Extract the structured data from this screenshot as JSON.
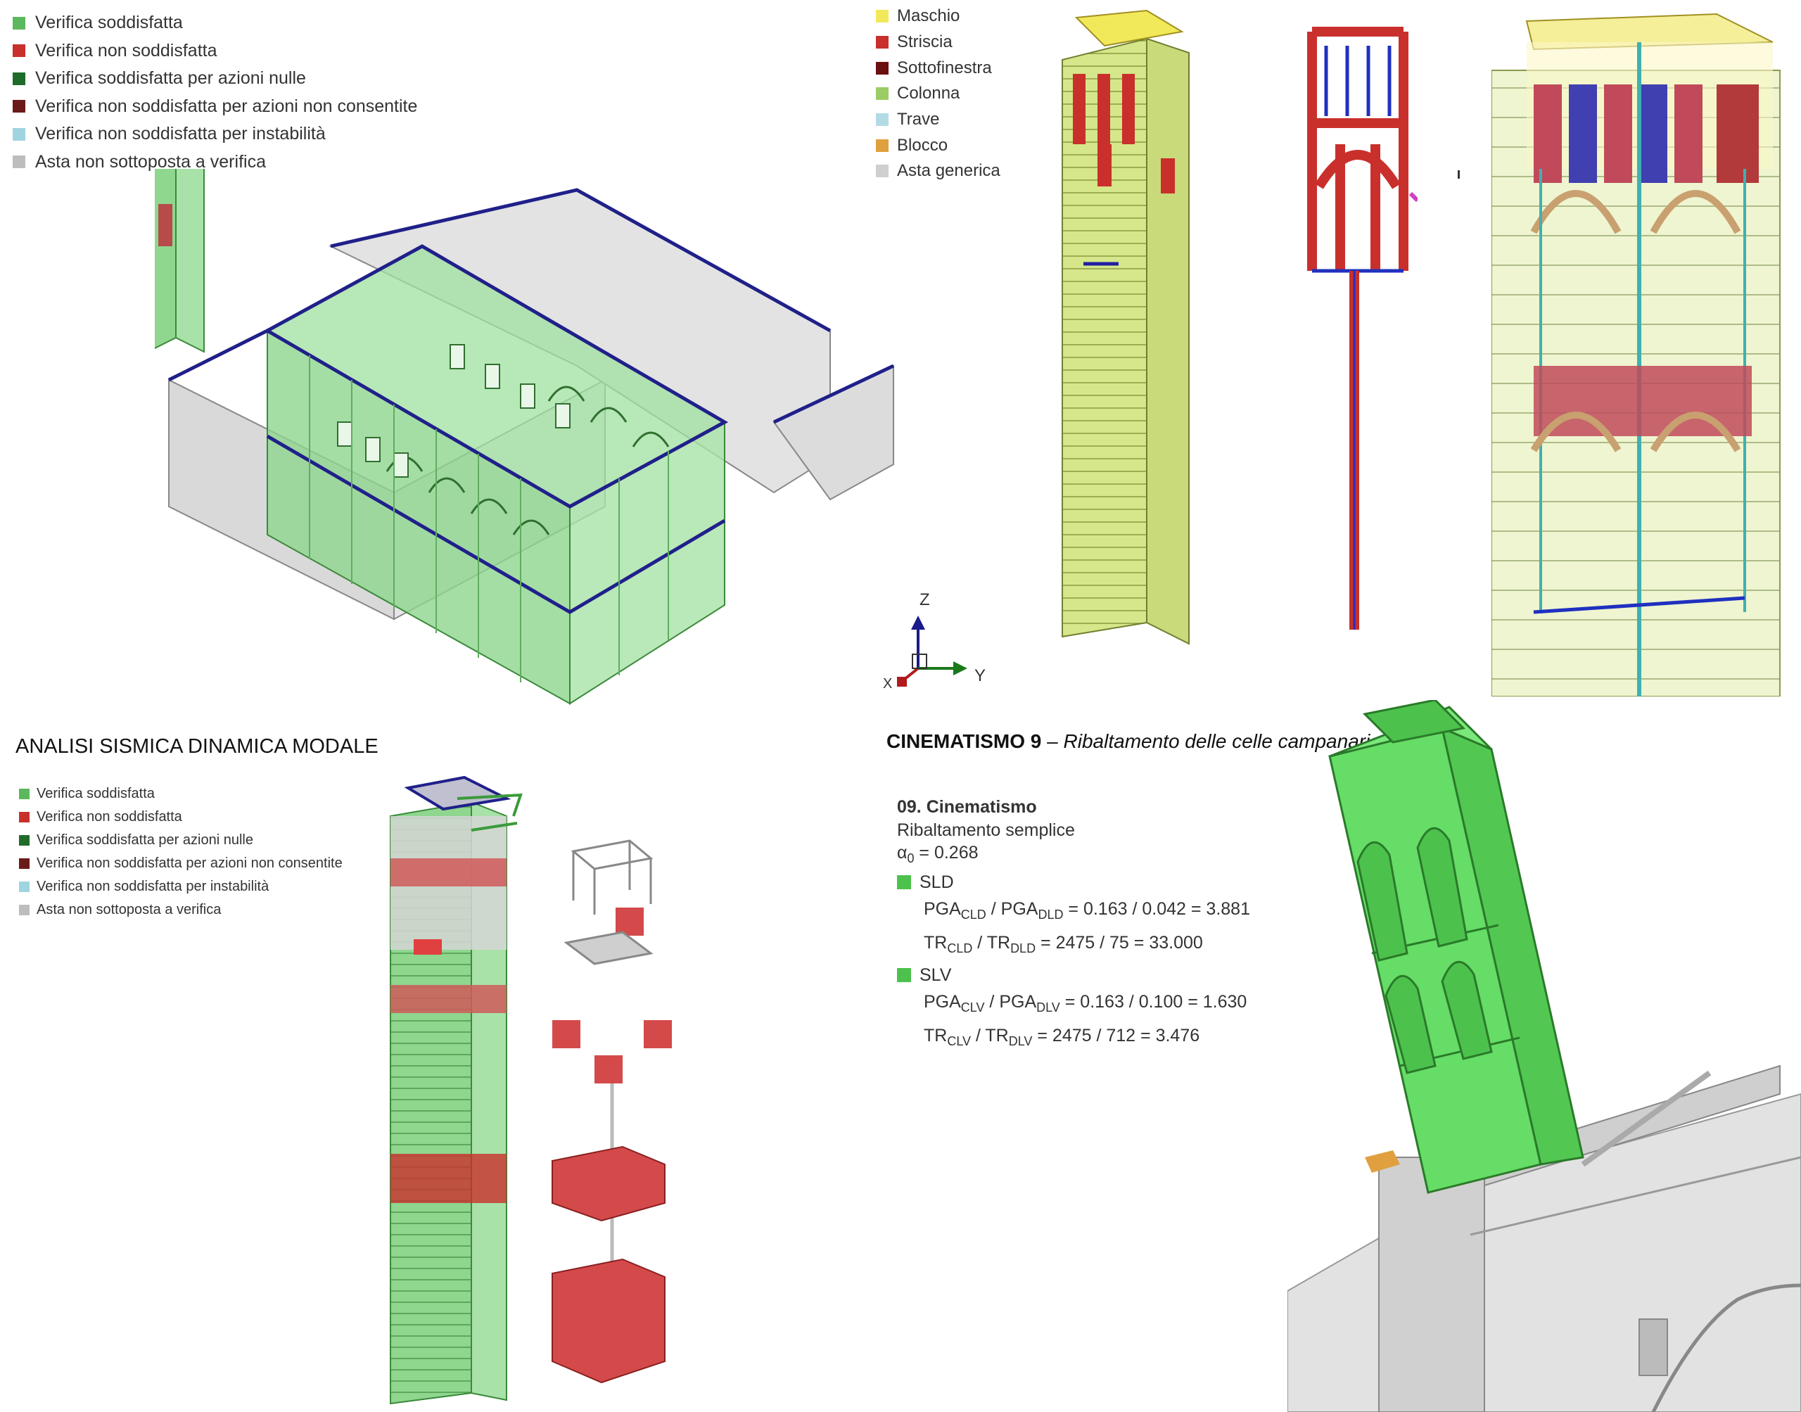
{
  "legend_top_left": {
    "items": [
      {
        "label": "Verifica soddisfatta",
        "color": "#5cb85c"
      },
      {
        "label": "Verifica non soddisfatta",
        "color": "#c9302c"
      },
      {
        "label": "Verifica soddisfatta per azioni nulle",
        "color": "#1e6b2a"
      },
      {
        "label": "Verifica non soddisfatta per azioni non consentite",
        "color": "#6b1a1a"
      },
      {
        "label": "Verifica non soddisfatta per instabilità",
        "color": "#9fd4e0"
      },
      {
        "label": "Asta non sottoposta a verifica",
        "color": "#bdbdbd"
      }
    ]
  },
  "legend_top_right": {
    "items": [
      {
        "label": "Maschio",
        "color": "#f2e95a"
      },
      {
        "label": "Striscia",
        "color": "#c9302c"
      },
      {
        "label": "Sottofinestra",
        "color": "#6b1010"
      },
      {
        "label": "Colonna",
        "color": "#9ccc65"
      },
      {
        "label": "Trave",
        "color": "#b3dbe6"
      },
      {
        "label": "Blocco",
        "color": "#e0a040"
      },
      {
        "label": "Asta generica",
        "color": "#cfcfcf"
      }
    ]
  },
  "axes_gizmo": {
    "z": "Z",
    "y": "Y",
    "x": "X"
  },
  "heading_analisi": "ANALISI SISMICA DINAMICA MODALE",
  "heading_cinematismo": {
    "bold": "CINEMATISMO 9",
    "dash": " – ",
    "italic": "Ribaltamento delle celle campanarie"
  },
  "legend_bottom_left": {
    "items": [
      {
        "label": "Verifica soddisfatta",
        "color": "#5cb85c"
      },
      {
        "label": "Verifica non soddisfatta",
        "color": "#c9302c"
      },
      {
        "label": "Verifica soddisfatta per azioni nulle",
        "color": "#1e6b2a"
      },
      {
        "label": "Verifica non soddisfatta per azioni non consentite",
        "color": "#6b1a1a"
      },
      {
        "label": "Verifica non soddisfatta per instabilità",
        "color": "#9fd4e0"
      },
      {
        "label": "Asta non sottoposta a verifica",
        "color": "#bdbdbd"
      }
    ]
  },
  "kinematism": {
    "title": "09. Cinematismo",
    "type": "Ribaltamento semplice",
    "alpha_label": "α",
    "alpha_sub": "0",
    "alpha_value": " = 0.268",
    "sld": {
      "label": "SLD",
      "pga_a": "PGA",
      "pga_a_sub": "CLD",
      "pga_b": " / PGA",
      "pga_b_sub": "DLD",
      "pga_val": " = 0.163 / 0.042 = 3.881",
      "tr_a": "TR",
      "tr_a_sub": "CLD",
      "tr_b": " / TR",
      "tr_b_sub": "DLD",
      "tr_val": " = 2475 / 75 = 33.000"
    },
    "slv": {
      "label": "SLV",
      "pga_a": "PGA",
      "pga_a_sub": "CLV",
      "pga_b": " / PGA",
      "pga_b_sub": "DLV",
      "pga_val": " = 0.163 / 0.100 = 1.630",
      "tr_a": "TR",
      "tr_a_sub": "CLV",
      "tr_b": " / TR",
      "tr_b_sub": "DLV",
      "tr_val": " = 2475 / 712 = 3.476"
    },
    "check_color": "#4cc24c"
  }
}
